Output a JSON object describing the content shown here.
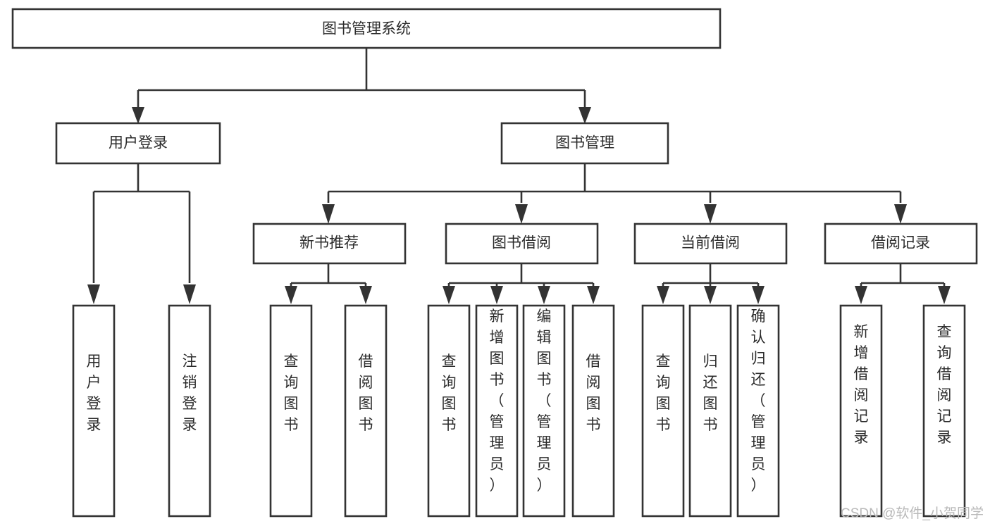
{
  "diagram": {
    "title": "图书管理系统",
    "type": "tree-hierarchy-diagram",
    "colors": {
      "box_stroke": "#333333",
      "box_fill": "#ffffff",
      "connector": "#333333",
      "text": "#2b2b2b",
      "watermark": "#b9b9b9",
      "background": "#ffffff"
    },
    "root": {
      "label": "图书管理系统"
    },
    "level2": [
      {
        "label": "用户登录"
      },
      {
        "label": "图书管理"
      }
    ],
    "level3": [
      {
        "label": "新书推荐"
      },
      {
        "label": "图书借阅"
      },
      {
        "label": "当前借阅"
      },
      {
        "label": "借阅记录"
      }
    ],
    "leaves": {
      "user_login": [
        {
          "label": "用户登录"
        },
        {
          "label": "注销登录"
        }
      ],
      "new_book_recommend": [
        {
          "label": "查询图书"
        },
        {
          "label": "借阅图书"
        }
      ],
      "book_borrow": [
        {
          "label": "查询图书"
        },
        {
          "label": "新增图书（管理员）"
        },
        {
          "label": "编辑图书（管理员）"
        },
        {
          "label": "借阅图书"
        }
      ],
      "current_borrow": [
        {
          "label": "查询图书"
        },
        {
          "label": "归还图书"
        },
        {
          "label": "确认归还（管理员）"
        }
      ],
      "borrow_record": [
        {
          "label": "新增借阅记录"
        },
        {
          "label": "查询借阅记录"
        }
      ]
    },
    "watermark": "CSDN @软件_小贺同学"
  }
}
